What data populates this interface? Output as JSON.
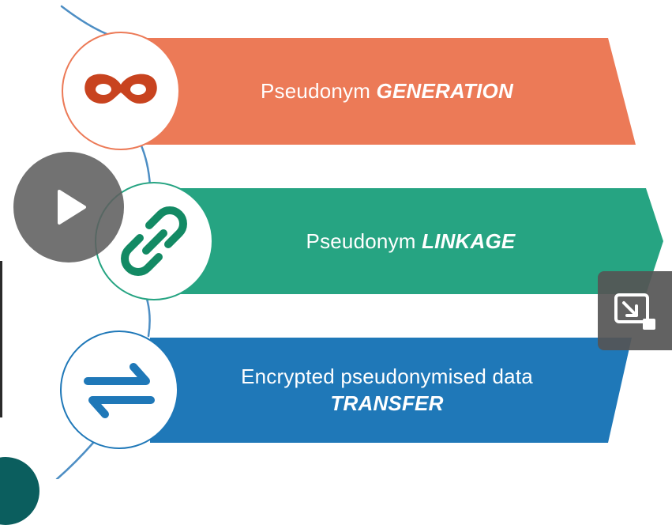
{
  "steps": [
    {
      "prefix": "Pseudonym ",
      "emphasis": "GENERATION",
      "color": "#ec7a57",
      "icon": "mask-icon"
    },
    {
      "prefix": "Pseudonym ",
      "emphasis": "LINKAGE",
      "color": "#26a482",
      "icon": "link-icon"
    },
    {
      "prefix": "Encrypted pseudonymised data",
      "emphasis": "TRANSFER",
      "color": "#1f78b8",
      "icon": "transfer-arrows-icon"
    }
  ],
  "icon_colors": {
    "mask": "#c8431f",
    "link": "#138a64",
    "transfer": "#1f78b8",
    "connector": "#4d8ec4"
  },
  "overlays": {
    "play": "play-icon",
    "pip": "picture-in-picture-icon"
  }
}
